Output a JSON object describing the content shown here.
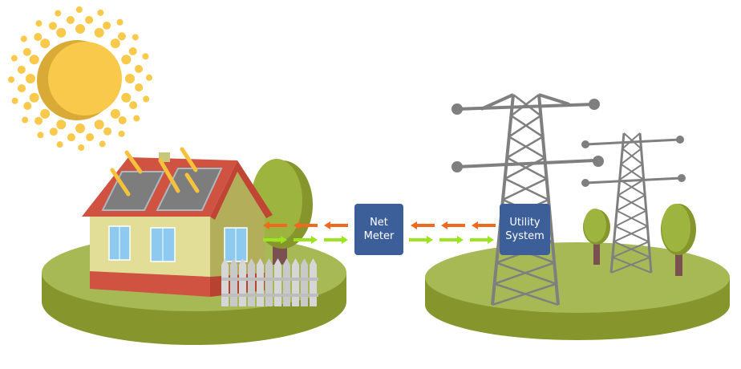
{
  "diagram": {
    "net_meter": {
      "line1": "Net",
      "line2": "Meter"
    },
    "utility_system": {
      "line1": "Utility",
      "line2": "System"
    }
  },
  "colors": {
    "box": "#3d5f99",
    "export_arrow": "#ee6a1f",
    "import_arrow": "#9be41f",
    "sun": "#f8c94a",
    "ground": "#a6b955"
  }
}
